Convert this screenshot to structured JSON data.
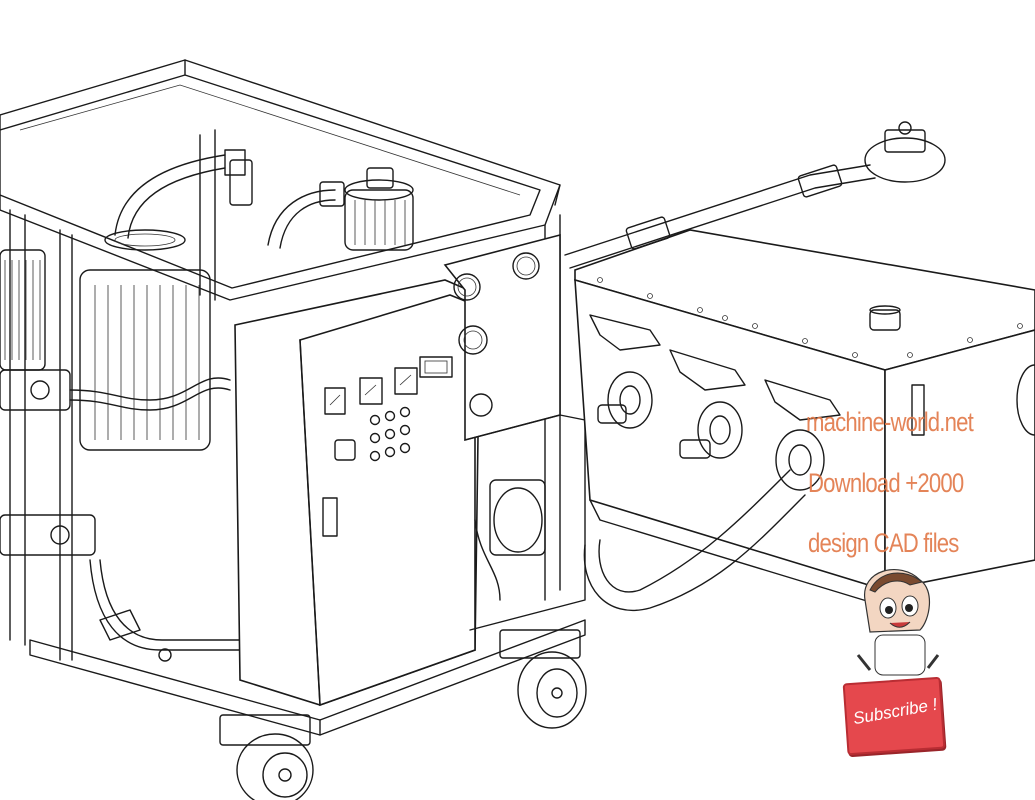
{
  "watermark": {
    "line1": "machine-world.net",
    "line2": "Download +2000",
    "line3": "design CAD files",
    "color": "#e27a4a"
  },
  "badge": {
    "label": "Subscribe !",
    "color": "#e5484d"
  },
  "icons": {
    "mascot": "cartoon-boy-icon",
    "gauges": "pressure-gauge-icon",
    "valves": "butterfly-valve-icon"
  }
}
